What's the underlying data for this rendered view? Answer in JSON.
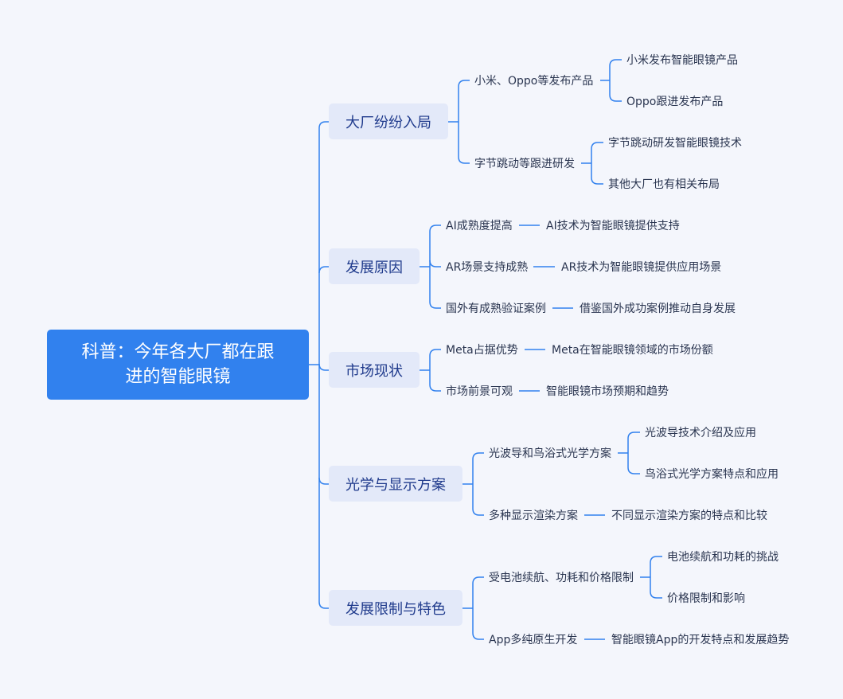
{
  "colors": {
    "background": "#f4f6fc",
    "root_fill": "#3181ee",
    "branch_fill": "#e3e9f9",
    "branch_text": "#1f3a8c",
    "connector": "#3181ee",
    "leaf_text": "#2a3550"
  },
  "root": {
    "line1": "科普：今年各大厂都在跟",
    "line2": "进的智能眼镜"
  },
  "branches": [
    {
      "label": "大厂纷纷入局",
      "children": [
        {
          "label": "小米、Oppo等发布产品",
          "children": [
            "小米发布智能眼镜产品",
            "Oppo跟进发布产品"
          ]
        },
        {
          "label": "字节跳动等跟进研发",
          "children": [
            "字节跳动研发智能眼镜技术",
            "其他大厂也有相关布局"
          ]
        }
      ]
    },
    {
      "label": "发展原因",
      "children": [
        {
          "label": "AI成熟度提高",
          "children": [
            "AI技术为智能眼镜提供支持"
          ]
        },
        {
          "label": "AR场景支持成熟",
          "children": [
            "AR技术为智能眼镜提供应用场景"
          ]
        },
        {
          "label": "国外有成熟验证案例",
          "children": [
            "借鉴国外成功案例推动自身发展"
          ]
        }
      ]
    },
    {
      "label": "市场现状",
      "children": [
        {
          "label": "Meta占据优势",
          "children": [
            "Meta在智能眼镜领域的市场份额"
          ]
        },
        {
          "label": "市场前景可观",
          "children": [
            "智能眼镜市场预期和趋势"
          ]
        }
      ]
    },
    {
      "label": "光学与显示方案",
      "children": [
        {
          "label": "光波导和鸟浴式光学方案",
          "children": [
            "光波导技术介绍及应用",
            "鸟浴式光学方案特点和应用"
          ]
        },
        {
          "label": "多种显示渲染方案",
          "children": [
            "不同显示渲染方案的特点和比较"
          ]
        }
      ]
    },
    {
      "label": "发展限制与特色",
      "children": [
        {
          "label": "受电池续航、功耗和价格限制",
          "children": [
            "电池续航和功耗的挑战",
            "价格限制和影响"
          ]
        },
        {
          "label": "App多纯原生开发",
          "children": [
            "智能眼镜App的开发特点和发展趋势"
          ]
        }
      ]
    }
  ]
}
